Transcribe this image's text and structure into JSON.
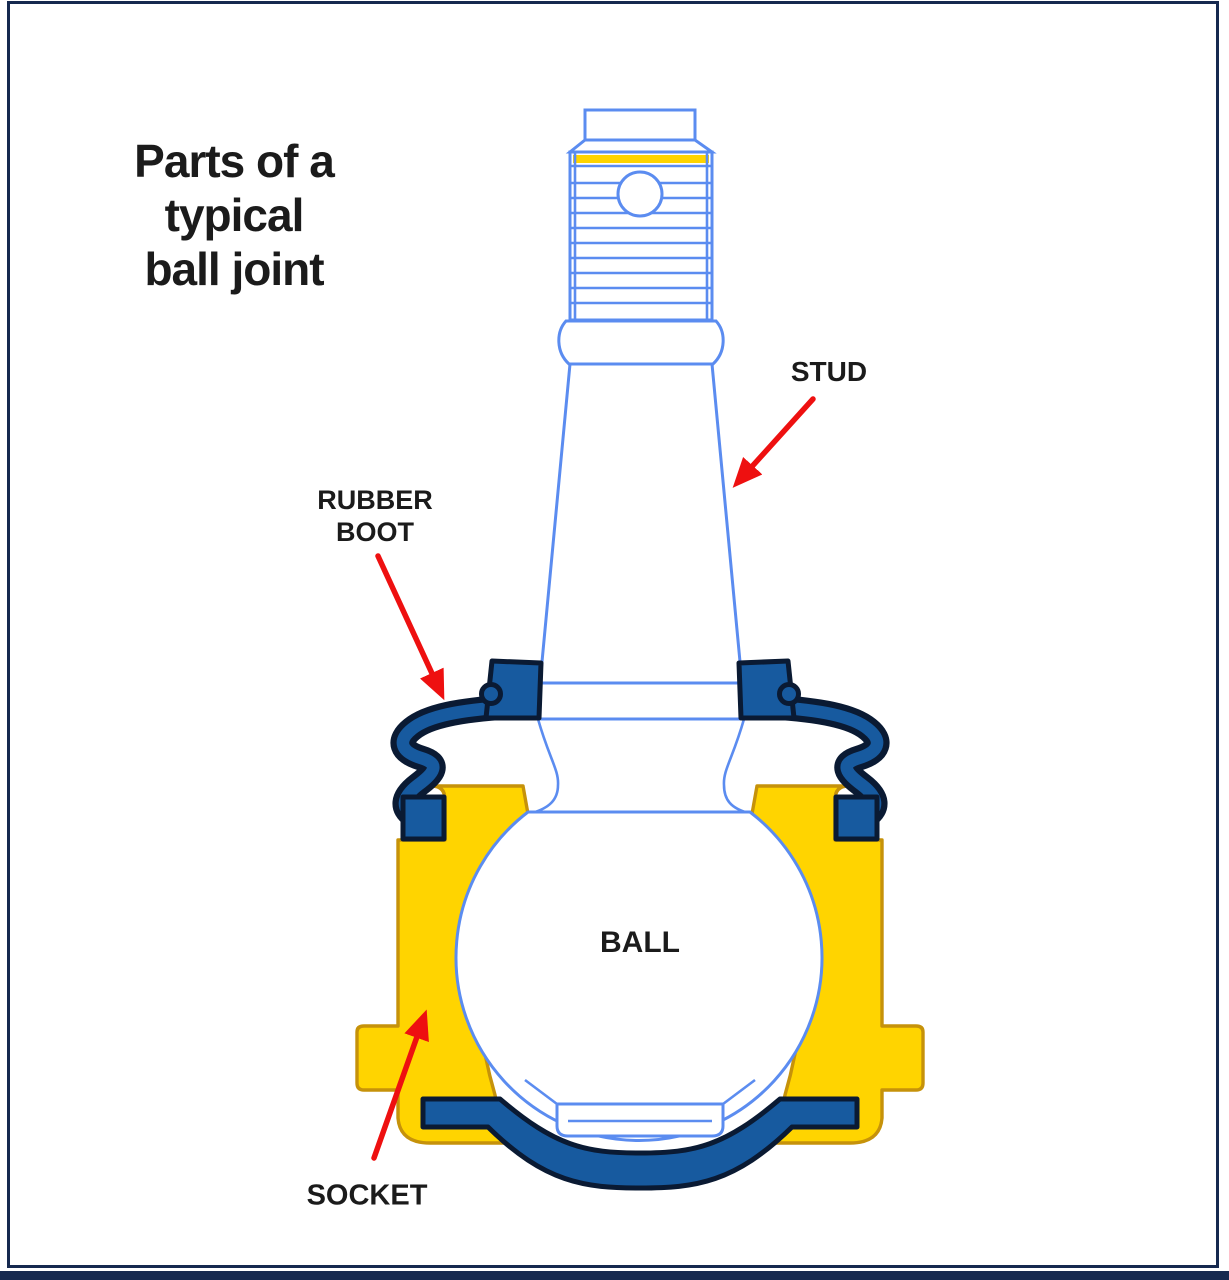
{
  "title": {
    "line1": "Parts of a",
    "line2": "typical",
    "line3": "ball joint"
  },
  "labels": {
    "stud": "STUD",
    "rubber_boot_line1": "RUBBER",
    "rubber_boot_line2": "BOOT",
    "ball": "BALL",
    "socket": "SOCKET"
  },
  "parts": [
    {
      "name": "stud",
      "label": "STUD"
    },
    {
      "name": "rubber-boot",
      "label": "RUBBER BOOT"
    },
    {
      "name": "ball",
      "label": "BALL"
    },
    {
      "name": "socket",
      "label": "SOCKET"
    }
  ],
  "colors": {
    "blue_line": "#5b8cf0",
    "gold": "#ffd400",
    "gold_stroke": "#c6920a",
    "boot_blue": "#175a9f",
    "boot_outline": "#0a1a33",
    "border_navy": "#16294f",
    "arrow_red": "#ee1010",
    "text_color": "#1b1b1b"
  }
}
